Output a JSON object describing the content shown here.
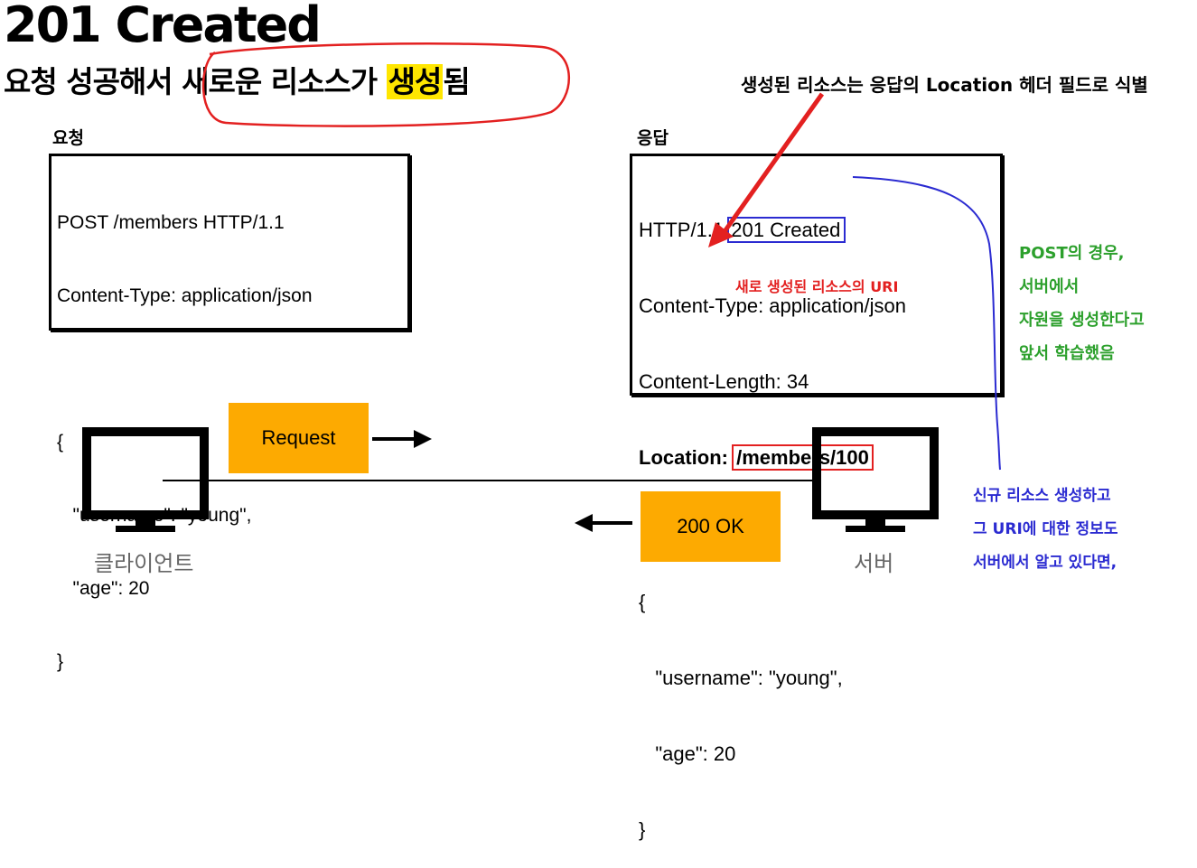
{
  "title": "201 Created",
  "subtitle": {
    "part1": "요청 성공해서 ",
    "part2": "새로운 리소스가 ",
    "highlight": "생성",
    "part3": "됨"
  },
  "request": {
    "label": "요청",
    "lines": [
      "POST /members HTTP/1.1",
      "Content-Type: application/json",
      "",
      "{",
      "   \"username\": \"young\",",
      "   \"age\": 20",
      "}"
    ]
  },
  "response": {
    "label": "응답",
    "status_prefix": "HTTP/1.1 ",
    "status": "201 Created",
    "content_type": "Content-Type: application/json",
    "content_length": "Content-Length: 34",
    "location_key": "Location: ",
    "location_value": "/members/100",
    "body_lines": [
      "{",
      "   \"username\": \"young\",",
      "   \"age\": 20",
      "}"
    ]
  },
  "annotations": {
    "top": "생성된 리소스는 응답의 Location 헤더 필드로 식별",
    "uri_note": "새로 생성된 리소스의 URI",
    "post_note": [
      "POST의 경우,",
      "서버에서",
      "자원을 생성한다고",
      "앞서 학습했음"
    ],
    "new_note": [
      "신규 리소스 생성하고",
      "그 URI에 대한 정보도",
      "서버에서 알고 있다면,"
    ]
  },
  "flow": {
    "request_label": "Request",
    "response_label": "200 OK",
    "client": "클라이언트",
    "server": "서버"
  },
  "colors": {
    "orange": "#fdaa01",
    "highlight": "#ffe600",
    "red": "#e32020",
    "blue": "#2b2bd1",
    "green": "#2ca02c"
  }
}
